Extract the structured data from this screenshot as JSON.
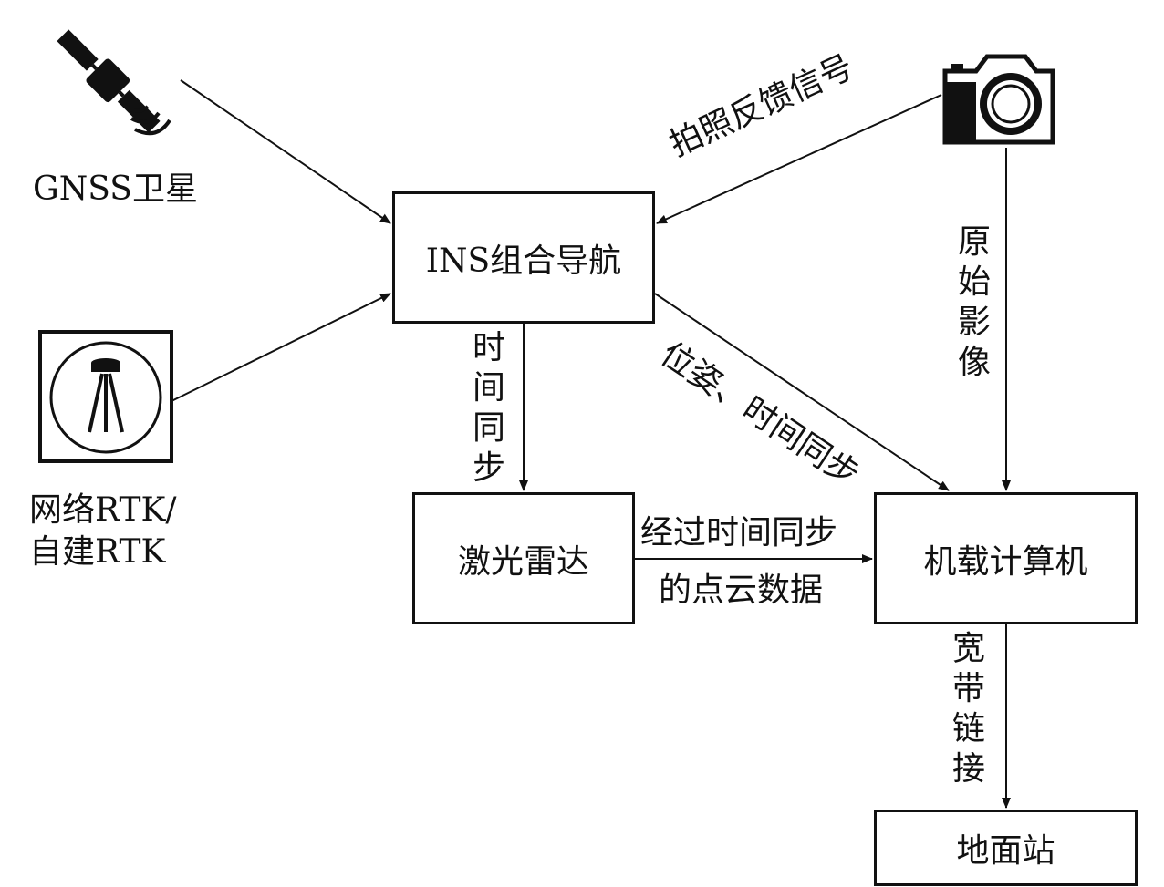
{
  "nodes": {
    "gnss": "GNSS卫星",
    "rtk_line1": "网络RTK/",
    "rtk_line2": "自建RTK",
    "ins": "INS组合导航",
    "lidar": "激光雷达",
    "computer": "机载计算机",
    "ground": "地面站"
  },
  "edges": {
    "photo_feedback": "拍照反馈信号",
    "raw_image": "原始影像",
    "time_sync": "时间同步",
    "pose_time_sync": "位姿、时间同步",
    "pointcloud_line1": "经过时间同步",
    "pointcloud_line2": "的点云数据",
    "broadband": "宽带链接"
  },
  "icons": [
    "satellite-icon",
    "rtk-base-station-icon",
    "camera-icon"
  ]
}
